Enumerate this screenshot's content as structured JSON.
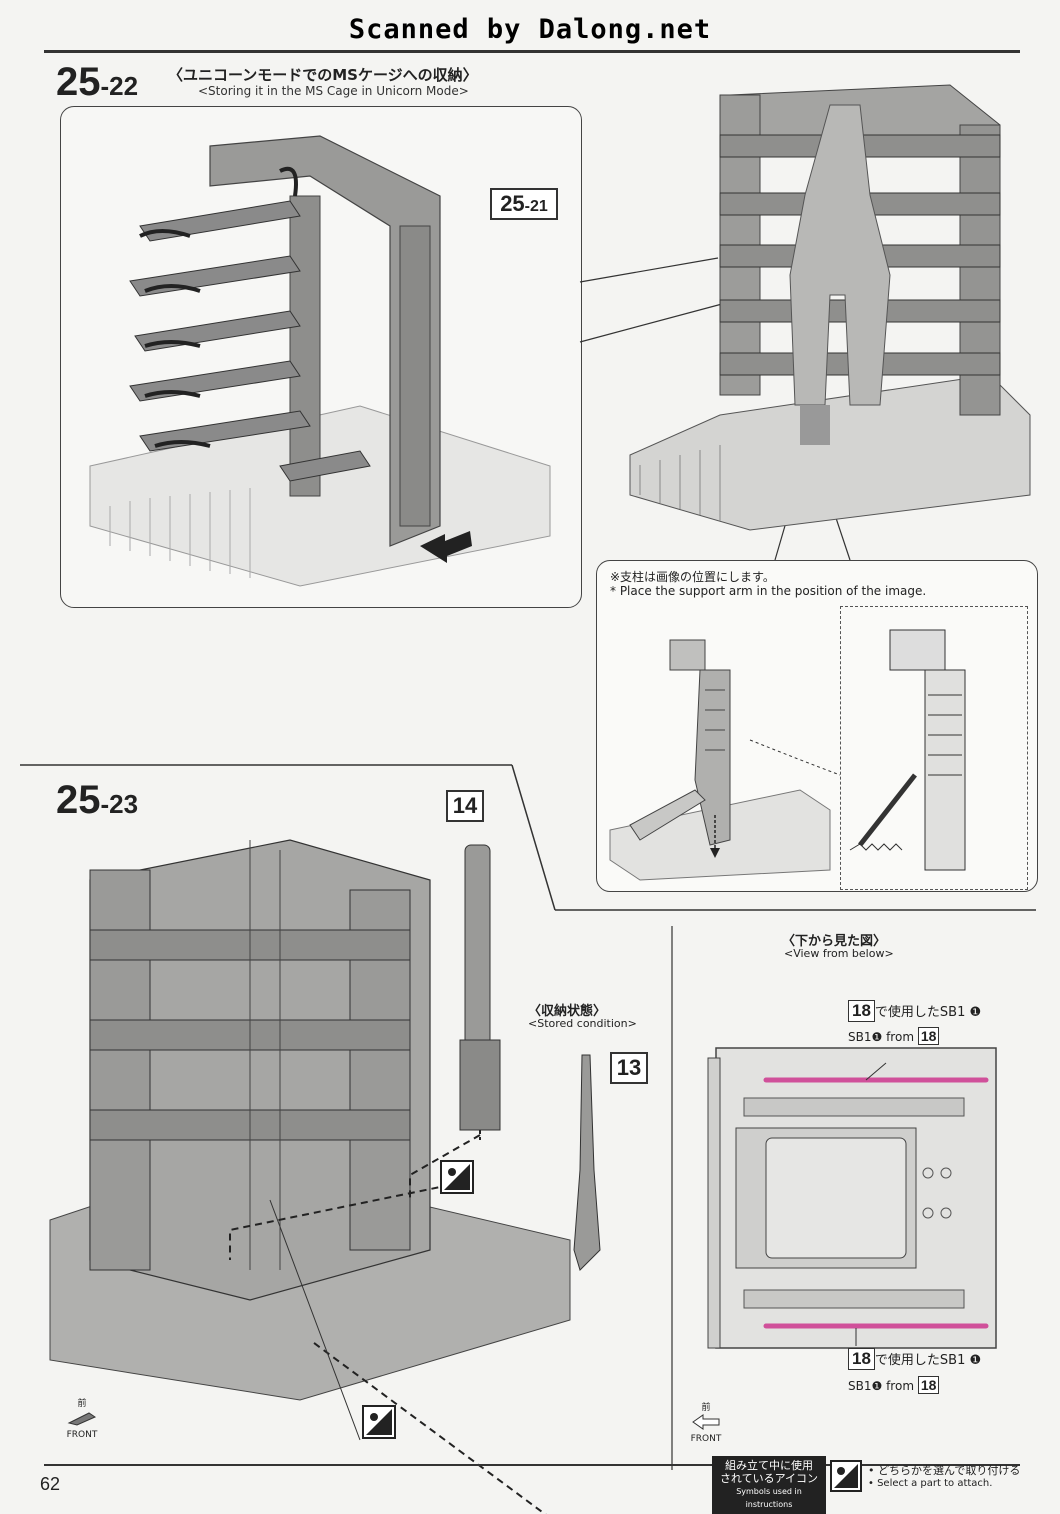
{
  "scan_banner": "Scanned by Dalong.net",
  "step_22": {
    "num_big": "25",
    "num_small": "-22",
    "title_jp": "〈ユニコーンモードでのMSケージへの収納〉",
    "title_en": "<Storing it in the MS Cage in Unicorn Mode>",
    "ref_big": "25",
    "ref_small": "-21"
  },
  "support_note": {
    "jp": "※支柱は画像の位置にします。",
    "en": "* Place the support arm in the position of the image."
  },
  "step_23": {
    "num_big": "25",
    "num_small": "-23",
    "part_14": "14",
    "part_13": "13",
    "stored_jp": "〈収納状態〉",
    "stored_en": "<Stored condition>"
  },
  "below_view": {
    "title_jp": "〈下から見た図〉",
    "title_en": "<View from below>",
    "top_ref": "18",
    "top_jp_suffix": "で使用したSB1",
    "top_circled": "❶",
    "top_en_prefix": "SB1",
    "top_en_circled": "❶",
    "top_en_from": "from",
    "top_en_ref": "18",
    "bottom_ref": "18",
    "bottom_jp_suffix": "で使用したSB1",
    "bottom_circled": "❶",
    "bottom_en_prefix": "SB1",
    "bottom_en_circled": "❶",
    "bottom_en_from": "from",
    "bottom_en_ref": "18"
  },
  "front_icon": {
    "jp": "前",
    "en": "FRONT"
  },
  "legend": {
    "title_jp_1": "組み立て中に使用",
    "title_jp_2": "されているアイコン",
    "title_en": "Symbols used in instructions",
    "desc_jp": "• どちらかを選んで取り付ける",
    "desc_en": "• Select a part to attach."
  },
  "page_number": "62",
  "colors": {
    "line": "#333333",
    "sticker_pink": "#d0509a",
    "gray_part": "#8a8a8a",
    "light_part": "#d8d8d8"
  }
}
